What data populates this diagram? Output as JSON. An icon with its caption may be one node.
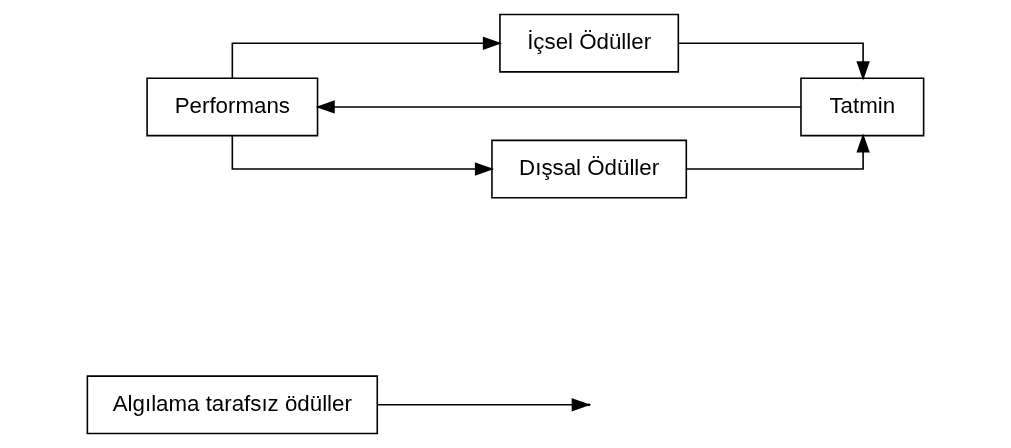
{
  "diagram": {
    "nodes": [
      {
        "text": [
          "Algılama tarafsız ödüller"
        ]
      },
      {
        "text": [
          "İçsel Ödüller"
        ]
      },
      {
        "text": [
          "Performans"
        ]
      },
      {
        "text": [
          "Tatmin"
        ]
      },
      {
        "text": [
          "Dışsal Ödüller"
        ]
      }
    ],
    "edges": [
      {
        "from": 2,
        "to": 1,
        "arrow": "to"
      },
      {
        "from": 2,
        "to": 4,
        "arrow": "to"
      },
      {
        "from": 1,
        "to": 3,
        "arrow": "to"
      },
      {
        "from": 4,
        "to": 3,
        "arrow": "to"
      },
      {
        "from": 0,
        "to": null,
        "arrow": "to"
      },
      {
        "from": 3,
        "to": 2,
        "arrow": "to"
      }
    ]
  }
}
